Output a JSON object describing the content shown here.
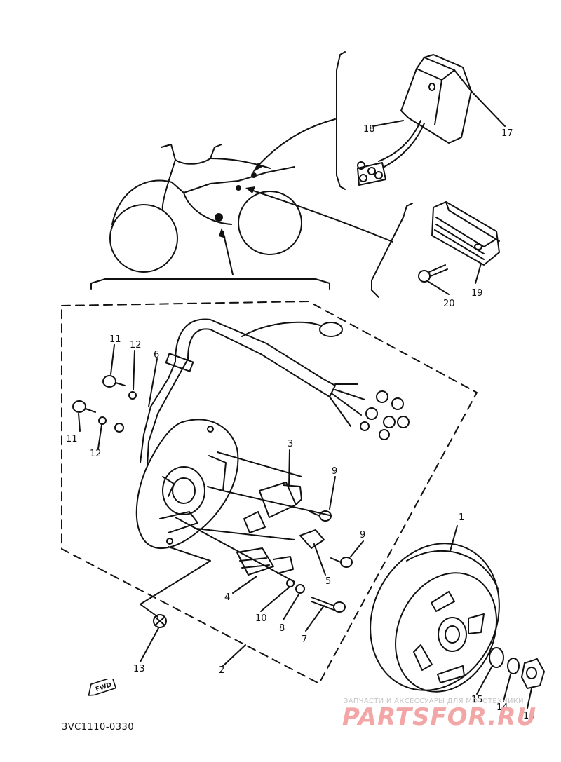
{
  "diagram_code": "3VC1110-0330",
  "fwd_label": "FWD",
  "watermark": {
    "caption": "ЗАПЧАСТИ И АКСЕССУАРЫ ДЛЯ МОТОТЕХНИКИ",
    "brand": "PARTSFOR.RU"
  },
  "callouts": {
    "c1": "1",
    "c2": "2",
    "c3": "3",
    "c4": "4",
    "c5": "5",
    "c6": "6",
    "c7": "7",
    "c8": "8",
    "c9a": "9",
    "c9b": "9",
    "c10": "10",
    "c11a": "11",
    "c11b": "11",
    "c12a": "12",
    "c12b": "12",
    "c13": "13",
    "c14": "14",
    "c15": "15",
    "c16": "16",
    "c17": "17",
    "c18": "18",
    "c19": "19",
    "c20": "20"
  },
  "colors": {
    "line": "#111111",
    "watermark": "#f3a6a6"
  }
}
